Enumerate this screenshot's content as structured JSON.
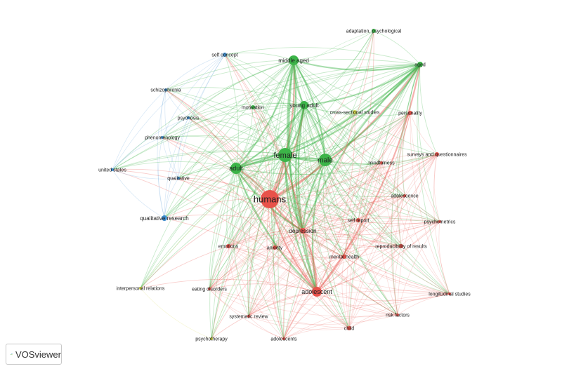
{
  "app": {
    "brand": "VOSviewer"
  },
  "colors": {
    "red": "#e8524a",
    "green": "#3cb448",
    "blue": "#3e8ed0",
    "yellow": "#d6d84a"
  },
  "nodes": [
    {
      "id": "humans",
      "label": "humans",
      "cluster": "red"
    },
    {
      "id": "female",
      "label": "female",
      "cluster": "green"
    },
    {
      "id": "male",
      "label": "male",
      "cluster": "green"
    },
    {
      "id": "adult",
      "label": "adult",
      "cluster": "green"
    },
    {
      "id": "middle_aged",
      "label": "middle aged",
      "cluster": "green"
    },
    {
      "id": "young_adult",
      "label": "young adult",
      "cluster": "green"
    },
    {
      "id": "aged",
      "label": "aged",
      "cluster": "green"
    },
    {
      "id": "adaptation",
      "label": "adaptation, psychological",
      "cluster": "green"
    },
    {
      "id": "motivation",
      "label": "motivation",
      "cluster": "green"
    },
    {
      "id": "self_concept",
      "label": "self concept",
      "cluster": "blue"
    },
    {
      "id": "schizophrenia",
      "label": "schizophrenia",
      "cluster": "blue"
    },
    {
      "id": "psychosis",
      "label": "psychosis",
      "cluster": "blue"
    },
    {
      "id": "phenomenology",
      "label": "phenomenology",
      "cluster": "blue"
    },
    {
      "id": "united_states",
      "label": "united states",
      "cluster": "blue"
    },
    {
      "id": "qualitative",
      "label": "qualitative",
      "cluster": "blue"
    },
    {
      "id": "qualitative_research",
      "label": "qualitative research",
      "cluster": "blue"
    },
    {
      "id": "cross_sectional",
      "label": "cross-sectional studies",
      "cluster": "yellow"
    },
    {
      "id": "interpersonal",
      "label": "interpersonal relations",
      "cluster": "yellow"
    },
    {
      "id": "psychotherapy",
      "label": "psychotherapy",
      "cluster": "yellow"
    },
    {
      "id": "personality",
      "label": "personality",
      "cluster": "red"
    },
    {
      "id": "surveys",
      "label": "surveys and questionnaires",
      "cluster": "red"
    },
    {
      "id": "mindfulness",
      "label": "mindfulness",
      "cluster": "red"
    },
    {
      "id": "adolescence",
      "label": "adolescence",
      "cluster": "red"
    },
    {
      "id": "psychometrics",
      "label": "psychometrics",
      "cluster": "red"
    },
    {
      "id": "self_report",
      "label": "self report",
      "cluster": "red"
    },
    {
      "id": "depression",
      "label": "depression",
      "cluster": "red"
    },
    {
      "id": "reproducibility",
      "label": "reproducibility of results",
      "cluster": "red"
    },
    {
      "id": "emotions",
      "label": "emotions",
      "cluster": "red"
    },
    {
      "id": "anxiety",
      "label": "anxiety",
      "cluster": "red"
    },
    {
      "id": "mental_health",
      "label": "mental health",
      "cluster": "red"
    },
    {
      "id": "eating_disorders",
      "label": "eating disorders",
      "cluster": "red"
    },
    {
      "id": "adolescent",
      "label": "adolescent",
      "cluster": "red"
    },
    {
      "id": "longitudinal",
      "label": "longitudinal studies",
      "cluster": "red"
    },
    {
      "id": "systematic_review",
      "label": "systematic review",
      "cluster": "red"
    },
    {
      "id": "risk_factors",
      "label": "risk factors",
      "cluster": "red"
    },
    {
      "id": "child",
      "label": "child",
      "cluster": "red"
    },
    {
      "id": "adolescents",
      "label": "adolescents",
      "cluster": "red"
    }
  ]
}
